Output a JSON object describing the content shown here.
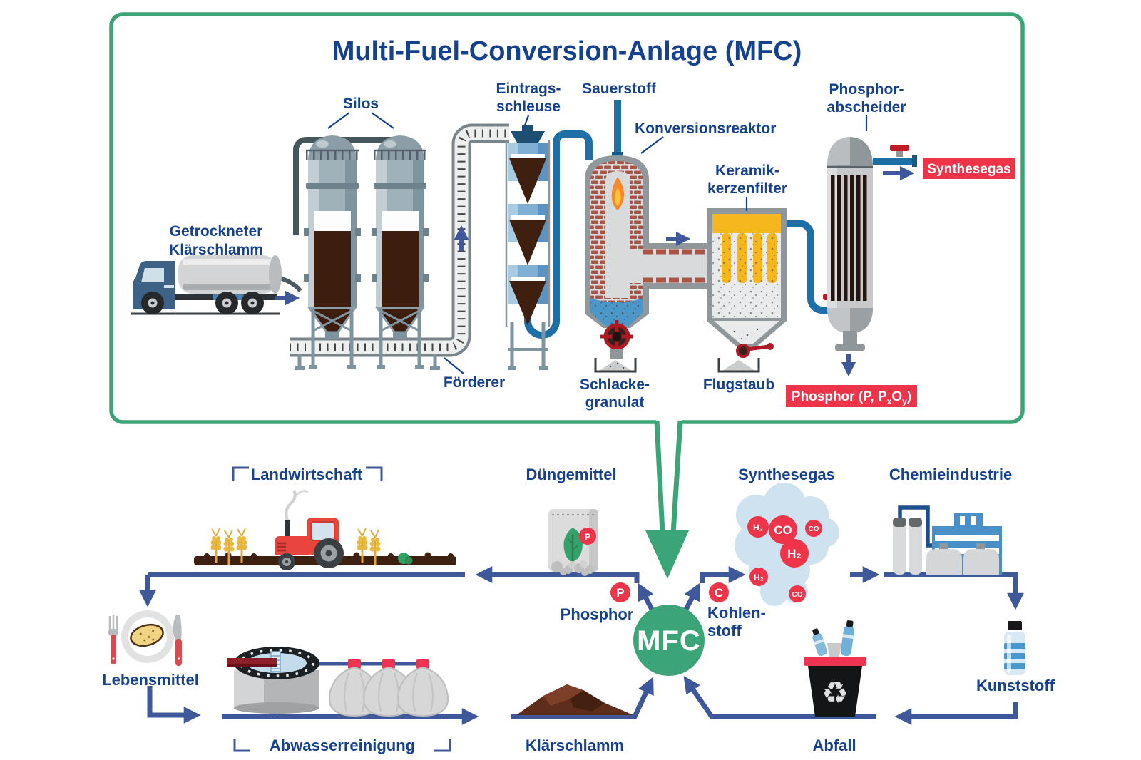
{
  "title": "Multi-Fuel-Conversion-Anlage (MFC)",
  "plant": {
    "labels": {
      "truck1": "Getrockneter",
      "truck2": "Klärschlamm",
      "silos": "Silos",
      "conveyor": "Förderer",
      "inlet1": "Eintrags-",
      "inlet2": "schleuse",
      "oxygen": "Sauerstoff",
      "reactor": "Konversionsreaktor",
      "filter1": "Keramik-",
      "filter2": "kerzenfilter",
      "separator1": "Phosphor-",
      "separator2": "abscheider",
      "slag1": "Schlacke-",
      "slag2": "granulat",
      "flydust": "Flugstaub"
    },
    "badges": {
      "syngas": "Synthesegas",
      "phos": [
        "Phosphor (P, P",
        "x",
        "O",
        "y",
        ")"
      ]
    }
  },
  "cycle": {
    "top": {
      "agri": "Landwirtschaft",
      "fert": "Düngemittel",
      "syn": "Synthesegas",
      "chem": "Chemieindustrie"
    },
    "mid": {
      "mfc": "MFC",
      "phosphor": "Phosphor",
      "kohlen1": "Kohlen-",
      "kohlen2": "stoff",
      "p": "P",
      "c": "C"
    },
    "bottom": {
      "food": "Lebensmittel",
      "wastewater": "Abwasserreinigung",
      "sludge": "Klärschlamm",
      "waste": "Abfall",
      "plastic": "Kunststoff"
    },
    "gas": [
      "H₂",
      "CO",
      "CO",
      "H₂",
      "H₂",
      "CO"
    ]
  },
  "icons": {
    "recycle": "♻"
  },
  "colors": {
    "text_blue": "#15418f",
    "arrow_blue": "#3f5899",
    "green": "#3ba578",
    "red": "#ed3449",
    "pipe_blue": "#1e6fa6",
    "brick": "#a85545",
    "filter_yellow": "#f5b61e"
  }
}
